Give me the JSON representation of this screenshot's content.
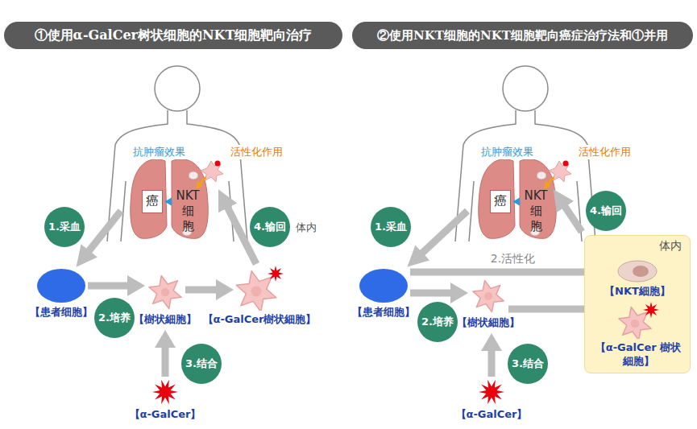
{
  "diagram": {
    "nodes": [
      {
        "text": [
          "①使用α-GalCer树状细胞的NKT细胞靶向治疗"
        ]
      },
      {
        "text": [
          "癌"
        ]
      },
      {
        "text": [
          "NKT 细胞"
        ]
      },
      {
        "text": [
          "1.采血"
        ]
      },
      {
        "text": [
          "4.输回"
        ]
      },
      {
        "text": [
          "2.培养"
        ]
      },
      {
        "text": [
          "3.结合"
        ]
      },
      {
        "text": [
          "【患者细胞】"
        ]
      },
      {
        "text": [
          "【樹状細胞】"
        ]
      },
      {
        "text": [
          "【α-GalCer樹状細胞】"
        ]
      },
      {
        "text": [
          "【α-GalCer】"
        ]
      },
      {
        "text": [
          "②使用NKT细胞的NKT细胞靶向癌症治疗法和①并用"
        ]
      },
      {
        "text": [
          "癌"
        ]
      },
      {
        "text": [
          "NKT 细胞"
        ]
      },
      {
        "text": [
          "1.采血"
        ]
      },
      {
        "text": [
          "4.输回"
        ]
      },
      {
        "text": [
          "2.培养"
        ]
      },
      {
        "text": [
          "3.结合"
        ]
      },
      {
        "text": [
          "【患者细胞】"
        ]
      },
      {
        "text": [
          "【樹状細胞】"
        ]
      },
      {
        "text": [
          "体内"
        ]
      },
      {
        "text": [
          "【NKT細胞】"
        ],
        "in": 20
      },
      {
        "text": [
          "【α-GalCer 樹状細胞】"
        ],
        "in": 20
      },
      {
        "text": [
          "【α-GalCer】"
        ]
      }
    ],
    "edges": [
      {
        "from": 7,
        "to": 8,
        "arrow": "to"
      },
      {
        "from": 8,
        "to": 9,
        "arrow": "to"
      },
      {
        "from": 10,
        "to": 8,
        "arrow": "to"
      },
      {
        "from": 2,
        "to": 1,
        "arrow": "to"
      },
      {
        "from": 18,
        "to": 19,
        "arrow": "to"
      },
      {
        "from": 18,
        "to": 21,
        "label": "2.活性化",
        "arrow": "to"
      },
      {
        "from": 19,
        "to": 22,
        "arrow": "to"
      },
      {
        "from": 23,
        "to": 19,
        "arrow": "to"
      },
      {
        "from": 13,
        "to": 12,
        "arrow": "to"
      }
    ],
    "labels": [
      "抗肿瘤效果",
      "活性化作用",
      "体内",
      "抗肿瘤效果",
      "活性化作用"
    ]
  }
}
